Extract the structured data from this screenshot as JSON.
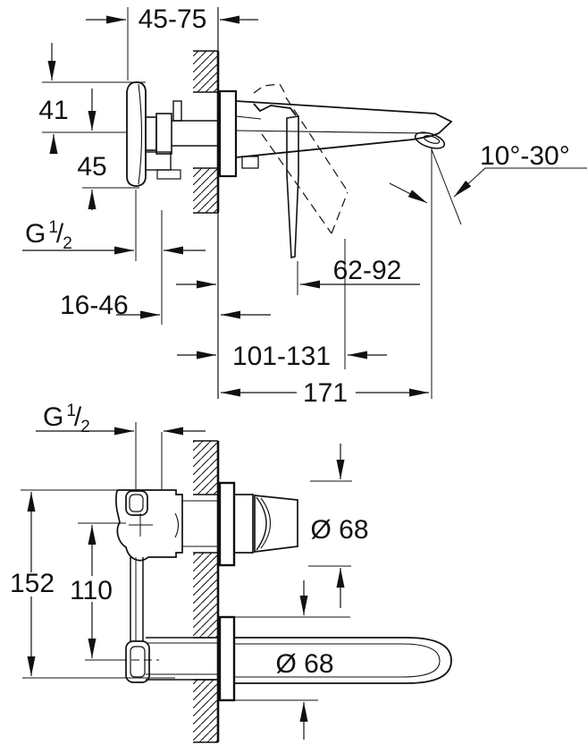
{
  "drawing": {
    "type": "technical-installation-diagram",
    "subject": "wall-mounted two-hole basin mixer, side elevation and plan view",
    "colors": {
      "ink": "#111111",
      "background": "#ffffff"
    },
    "top_view": {
      "dim_wall_depth_range": "45-75",
      "dim_above_center": "41",
      "dim_below_center": "45",
      "thread_label": {
        "prefix": "G",
        "numerator": "1",
        "slash": "/",
        "denominator": "2"
      },
      "dim_thread_end_to_wall": "16-46",
      "dim_lever_projection_closed": "62-92",
      "dim_lever_projection_open": "101-131",
      "dim_spout_reach": "171",
      "dim_spout_angle_range": "10°-30°"
    },
    "bottom_view": {
      "thread_label": {
        "prefix": "G",
        "numerator": "1",
        "slash": "/",
        "denominator": "2"
      },
      "dim_rough_in_height": "152",
      "dim_port_center_distance": "110",
      "dim_escutcheon_diameter_top": "Ø 68",
      "dim_escutcheon_diameter_bottom": "Ø 68"
    }
  }
}
